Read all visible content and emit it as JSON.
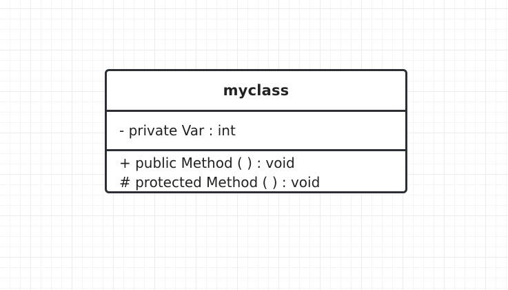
{
  "class": {
    "name": "myclass",
    "attributes": [
      "- private Var : int"
    ],
    "methods": [
      "+ public Method ( ) : void",
      "# protected Method ( ) : void"
    ]
  }
}
